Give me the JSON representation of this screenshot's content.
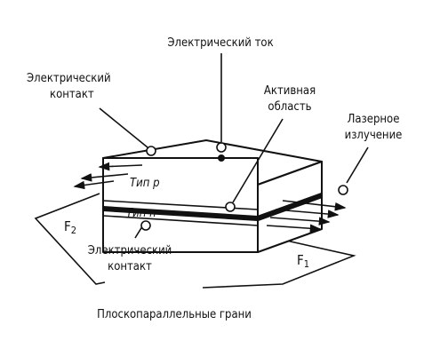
{
  "labels": {
    "current": "Электрический ток",
    "contact_top_line1": "Электрический",
    "contact_top_line2": "контакт",
    "active_line1": "Активная",
    "active_line2": "область",
    "laser_line1": "Лазерное",
    "laser_line2": "излучение",
    "type_p": "Тип p",
    "type_n": "Тип n",
    "contact_bottom_line1": "Электрический",
    "contact_bottom_line2": "контакт",
    "facet1_base": "F",
    "facet1_sub": "1",
    "facet2_base": "F",
    "facet2_sub": "2",
    "facets_caption": "Плоскопараллельные грани"
  }
}
